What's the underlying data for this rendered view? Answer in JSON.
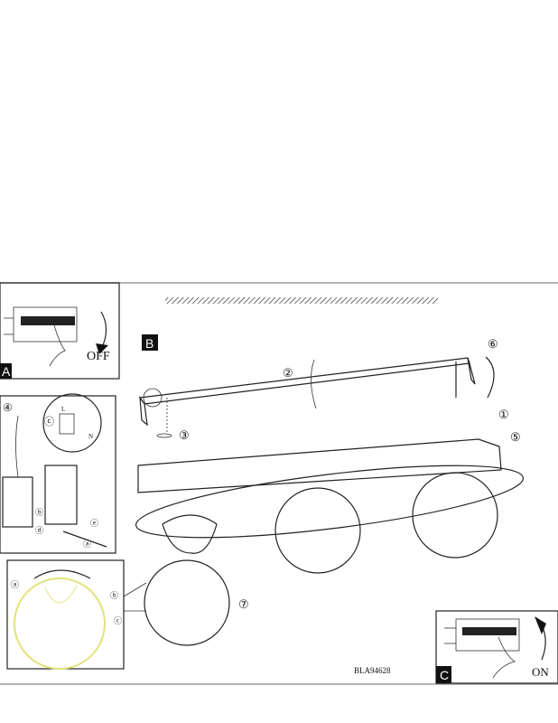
{
  "panels": {
    "a": {
      "label": "A",
      "switch_text": "OFF"
    },
    "b": {
      "label": "B"
    },
    "c": {
      "label": "C",
      "switch_text": "ON"
    }
  },
  "steps": [
    "①",
    "②",
    "③",
    "④",
    "⑤",
    "⑥",
    "⑦"
  ],
  "wiring": {
    "step": "④",
    "detail": "ⓒ",
    "L": "L",
    "N": "N",
    "markers": [
      "ⓓ",
      "ⓑ",
      "ⓔ",
      "ⓐ"
    ]
  },
  "globe_detail": {
    "markers": [
      "ⓐ",
      "ⓑ",
      "ⓒ"
    ]
  },
  "code": "BLA94628",
  "colors": {
    "line": "#222222",
    "highlight": "#e8e88a"
  }
}
